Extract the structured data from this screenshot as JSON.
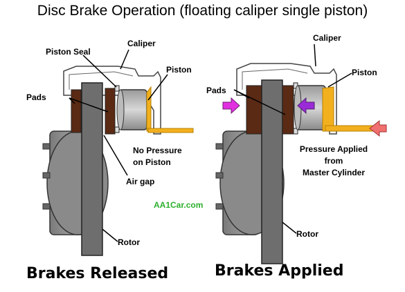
{
  "title": "Disc Brake Operation (floating caliper single piston)",
  "left": {
    "labels": {
      "piston_seal": "Piston Seal",
      "caliper": "Caliper",
      "piston": "Piston",
      "pads": "Pads",
      "no_pressure_1": "No Pressure",
      "no_pressure_2": "on Piston",
      "air_gap": "Air gap",
      "rotor": "Rotor"
    },
    "caption": "Brakes Released"
  },
  "right": {
    "labels": {
      "caliper": "Caliper",
      "piston": "Piston",
      "pads": "Pads",
      "pressure_1": "Pressure Applied",
      "pressure_2": "from",
      "pressure_3": "Master Cylinder",
      "rotor": "Rotor"
    },
    "caption": "Brakes Applied"
  },
  "watermark": "AA1Car.com",
  "colors": {
    "pad": "#5a2a14",
    "rotor": "#6e6e6e",
    "hub": "#8c8c8c",
    "fluid": "#f2b01e",
    "arrow_magenta": "#e030e0",
    "arrow_purple": "#9a2bd6",
    "arrow_pink": "#f07070",
    "watermark": "#2db02d"
  }
}
